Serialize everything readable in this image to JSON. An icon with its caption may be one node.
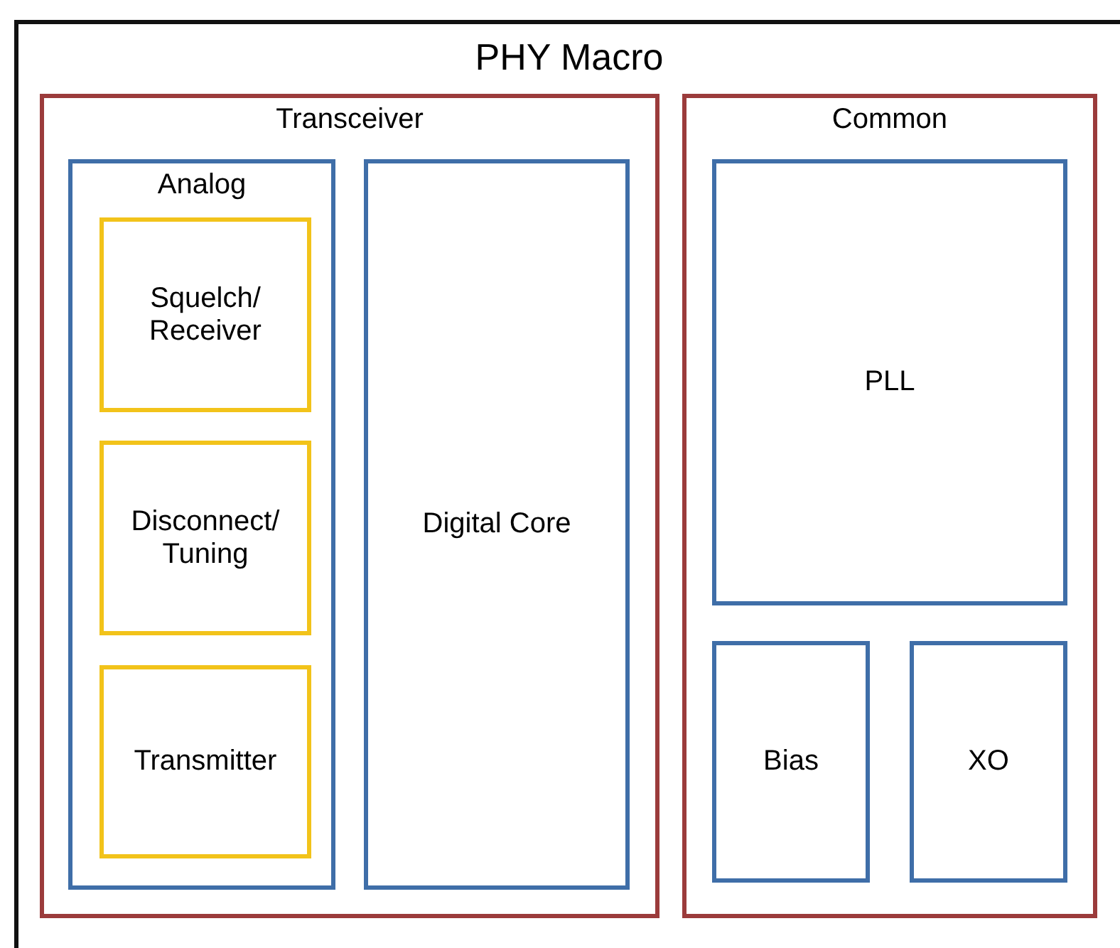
{
  "diagram": {
    "nodes": [
      {
        "text": [
          "PHY Macro"
        ]
      },
      {
        "text": [
          "Transceiver"
        ],
        "in": 0
      },
      {
        "text": [
          "Analog"
        ],
        "in": 1
      },
      {
        "text": [
          "Squelch/ Receiver"
        ],
        "in": 2
      },
      {
        "text": [
          "Disconnect/ Tuning"
        ],
        "in": 2
      },
      {
        "text": [
          "Transmitter"
        ],
        "in": 2
      },
      {
        "text": [
          "Digital Core"
        ],
        "in": 1
      },
      {
        "text": [
          "Common"
        ],
        "in": 0
      },
      {
        "text": [
          "PLL"
        ],
        "in": 7
      },
      {
        "text": [
          "Bias"
        ],
        "in": 7
      },
      {
        "text": [
          "XO"
        ],
        "in": 7
      }
    ]
  }
}
